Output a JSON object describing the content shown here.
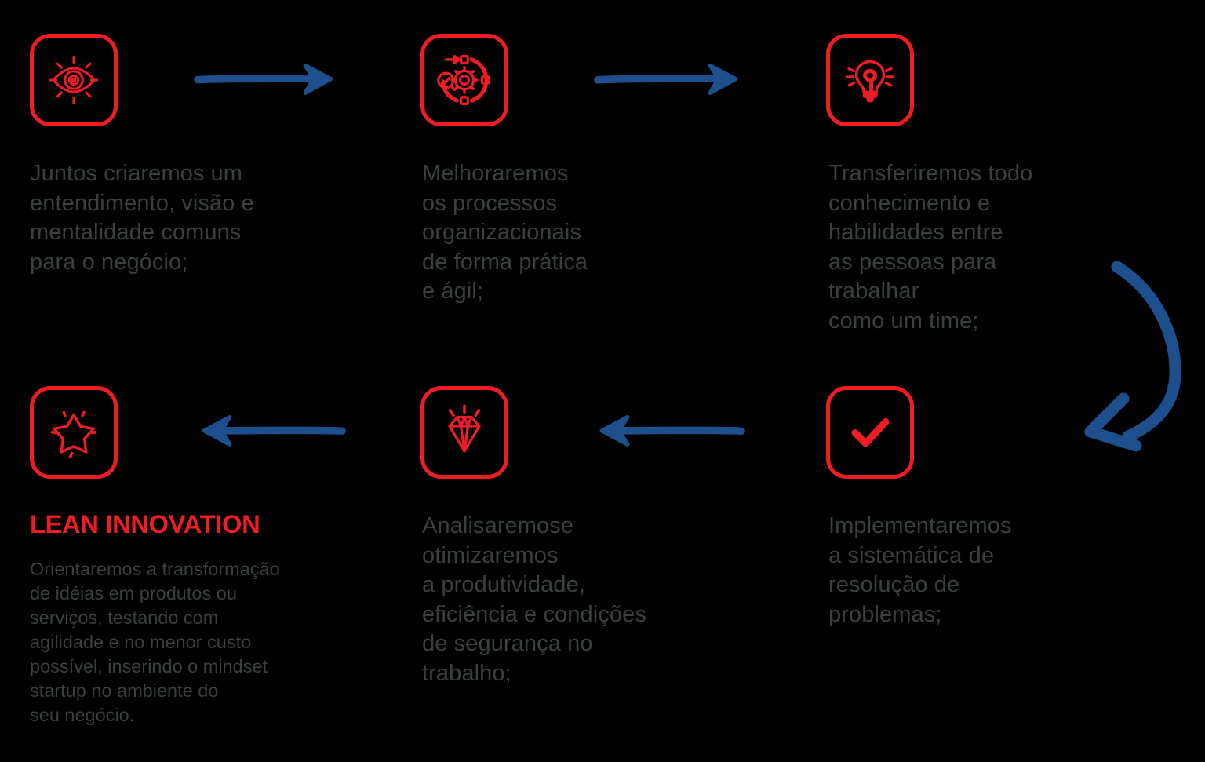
{
  "colors": {
    "background": "#000000",
    "accent_red": "#ee1c25",
    "accent_blue": "#1c4f8c",
    "body_text": "#3a3f41"
  },
  "steps": [
    {
      "id": "step-1",
      "icon": "eye-icon",
      "text": "Juntos criaremos um\nentendimento, visão e\nmentalidade comuns\npara o negócio;"
    },
    {
      "id": "step-2",
      "icon": "process-gear-icon",
      "text": "Melhoraremos\nos processos\norganizacionais\nde forma prática\ne ágil;"
    },
    {
      "id": "step-3",
      "icon": "lightbulb-icon",
      "text": "Transferiremos todo\nconhecimento e\nhabilidades entre\nas pessoas para\ntrabalhar\ncomo um time;"
    },
    {
      "id": "step-4",
      "icon": "checkmark-icon",
      "text": "Implementaremos\na sistemática de\nresolução de\nproblemas;"
    },
    {
      "id": "step-5",
      "icon": "diamond-icon",
      "text": "Analisaremose\notimizaremos\na produtividade,\neficiência e condições\nde segurança no\ntrabalho;"
    },
    {
      "id": "step-6",
      "icon": "star-icon",
      "heading": "LEAN INNOVATION",
      "text": "Orientaremos a transformação\nde idéias em produtos ou\nserviços, testando com\nagilidade e no menor custo\npossível, inserindo o mindset\nstartup no ambiente do\nseu negócio."
    }
  ],
  "connectors": [
    {
      "id": "arrow-1",
      "name": "arrow-right-step1-to-step2",
      "direction": "right"
    },
    {
      "id": "arrow-2",
      "name": "arrow-right-step2-to-step3",
      "direction": "right"
    },
    {
      "id": "arrow-3",
      "name": "arrow-curved-step3-to-step4",
      "direction": "curve-down-left"
    },
    {
      "id": "arrow-4",
      "name": "arrow-left-step4-to-step5",
      "direction": "left"
    },
    {
      "id": "arrow-5",
      "name": "arrow-left-step5-to-step6",
      "direction": "left"
    }
  ]
}
